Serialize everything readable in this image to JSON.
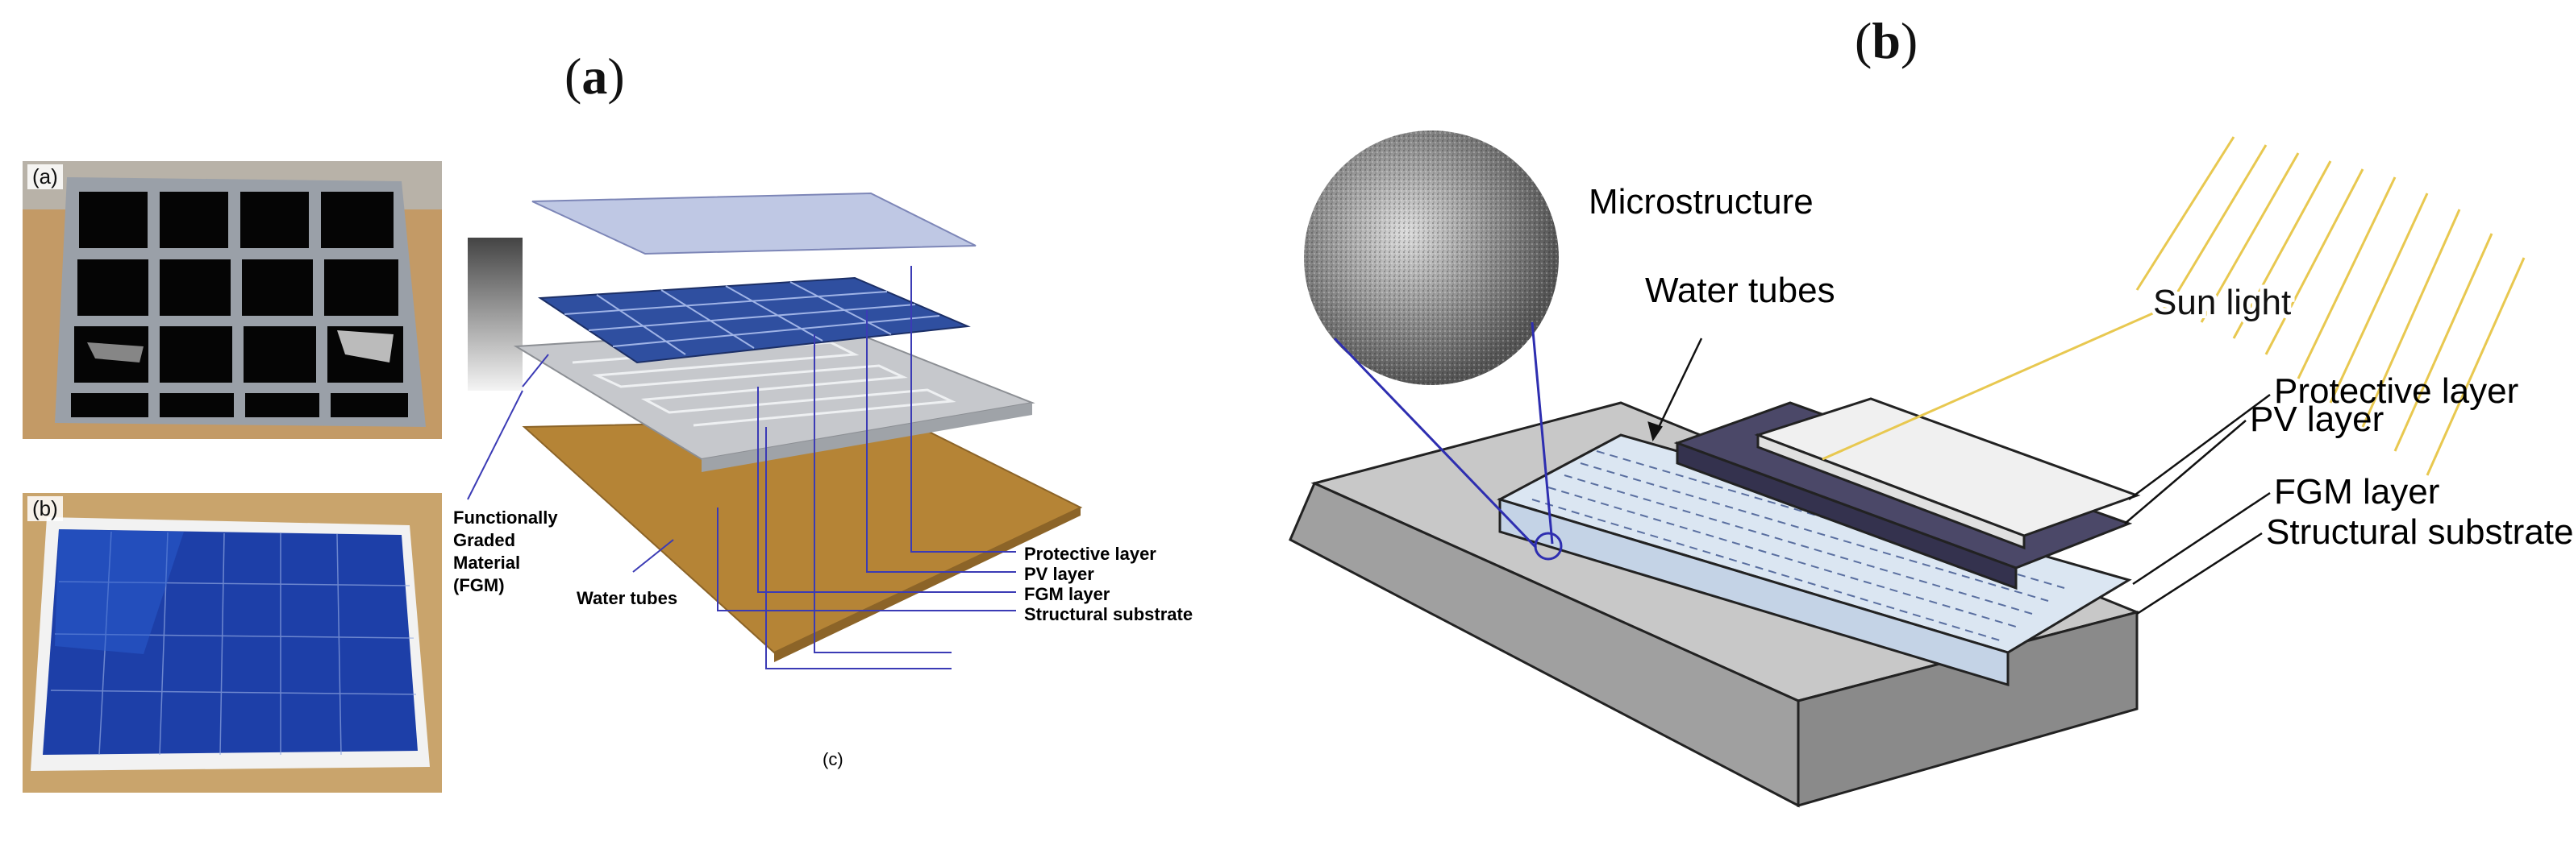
{
  "panel_a": {
    "label": "a",
    "photo_top": {
      "tag": "(a)"
    },
    "photo_bottom": {
      "tag": "(b)"
    },
    "diagram": {
      "fgm_label": [
        "Functionally",
        "Graded",
        "Material",
        "(FGM)"
      ],
      "water_tubes": "Water tubes",
      "protective_layer": "Protective layer",
      "pv_layer": "PV layer",
      "fgm_layer": "FGM layer",
      "structural_substrate": "Structural substrate",
      "caption": "(c)"
    }
  },
  "panel_b": {
    "label": "b",
    "microstructure": "Microstructure",
    "water_tubes": "Water tubes",
    "sun_light": "Sun light",
    "protective_layer": "Protective layer",
    "pv_layer": "PV layer",
    "fgm_layer": "FGM layer",
    "structural_substrate": "Structural substrate"
  },
  "colors": {
    "accent_line": "#3b3bb5",
    "sun_rays": "#e8c850",
    "pv_dark": "#3d3a5c",
    "substrate_gray": "#c8c8c8",
    "tube_blue": "#cfe0f0"
  }
}
